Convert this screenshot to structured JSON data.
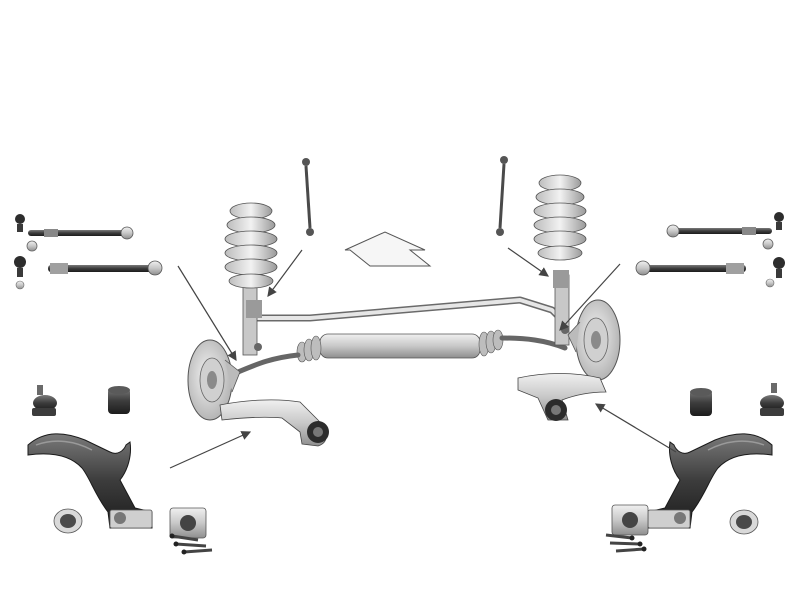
{
  "diagram": {
    "kind": "front-axle-suspension-kit",
    "text_labels": [],
    "colors": {
      "background": "#ffffff",
      "metal_light": "#e4e4e4",
      "metal_mid": "#a9a9a9",
      "metal_dark": "#4a4a4a",
      "rubber": "#2b2b2b",
      "outline": "#3a3a3a",
      "arrow": "#444444"
    },
    "parts": [
      {
        "id": "tie-rod-end-left",
        "icon": "tie-rod-end-icon"
      },
      {
        "id": "inner-tie-rod-left",
        "icon": "tie-rod-icon"
      },
      {
        "id": "ball-joint-left",
        "icon": "ball-joint-icon"
      },
      {
        "id": "bushing-left",
        "icon": "bushing-icon"
      },
      {
        "id": "control-arm-left",
        "icon": "control-arm-icon"
      },
      {
        "id": "bolt-set-left",
        "icon": "bolt-icon"
      },
      {
        "id": "stabilizer-link-left",
        "icon": "stabilizer-link-icon"
      },
      {
        "id": "coil-spring-left",
        "icon": "coil-spring-icon"
      },
      {
        "id": "brake-disc-left",
        "icon": "brake-disc-icon"
      },
      {
        "id": "stabilizer-bar",
        "icon": "stabilizer-bar-icon"
      },
      {
        "id": "steering-rack",
        "icon": "steering-rack-icon"
      },
      {
        "id": "direction-arrow",
        "icon": "direction-arrow-icon"
      },
      {
        "id": "tie-rod-end-right",
        "icon": "tie-rod-end-icon"
      },
      {
        "id": "inner-tie-rod-right",
        "icon": "tie-rod-icon"
      },
      {
        "id": "ball-joint-right",
        "icon": "ball-joint-icon"
      },
      {
        "id": "bushing-right",
        "icon": "bushing-icon"
      },
      {
        "id": "control-arm-right",
        "icon": "control-arm-icon"
      },
      {
        "id": "bolt-set-right",
        "icon": "bolt-icon"
      },
      {
        "id": "stabilizer-link-right",
        "icon": "stabilizer-link-icon"
      },
      {
        "id": "coil-spring-right",
        "icon": "coil-spring-icon"
      },
      {
        "id": "brake-disc-right",
        "icon": "brake-disc-icon"
      }
    ]
  }
}
